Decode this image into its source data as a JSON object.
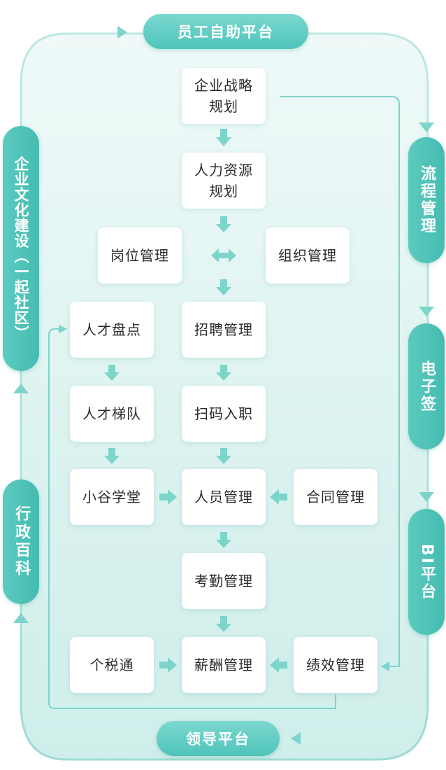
{
  "colors": {
    "accent": "#4fc4b9",
    "connector": "#7cd4cb",
    "panel_bg": "#e3f5f3",
    "box_text": "#2b2b2b"
  },
  "top_pill": "员工自助平台",
  "bottom_pill": "领导平台",
  "left_pills": {
    "culture": "企业文化建设（一起社区）",
    "admin": "行政百科"
  },
  "right_pills": {
    "process": "流程管理",
    "esign": "电子签",
    "bi": "BI平台"
  },
  "boxes": {
    "strategy": "企业战略规划",
    "hr_planning": "人力资源规划",
    "position": "岗位管理",
    "organization": "组织管理",
    "recruitment": "招聘管理",
    "talent_review": "人才盘点",
    "onboarding": "扫码入职",
    "talent_pipeline": "人才梯队",
    "academy": "小谷学堂",
    "personnel": "人员管理",
    "contract": "合同管理",
    "attendance": "考勤管理",
    "tax": "个税通",
    "payroll": "薪酬管理",
    "performance": "绩效管理"
  }
}
